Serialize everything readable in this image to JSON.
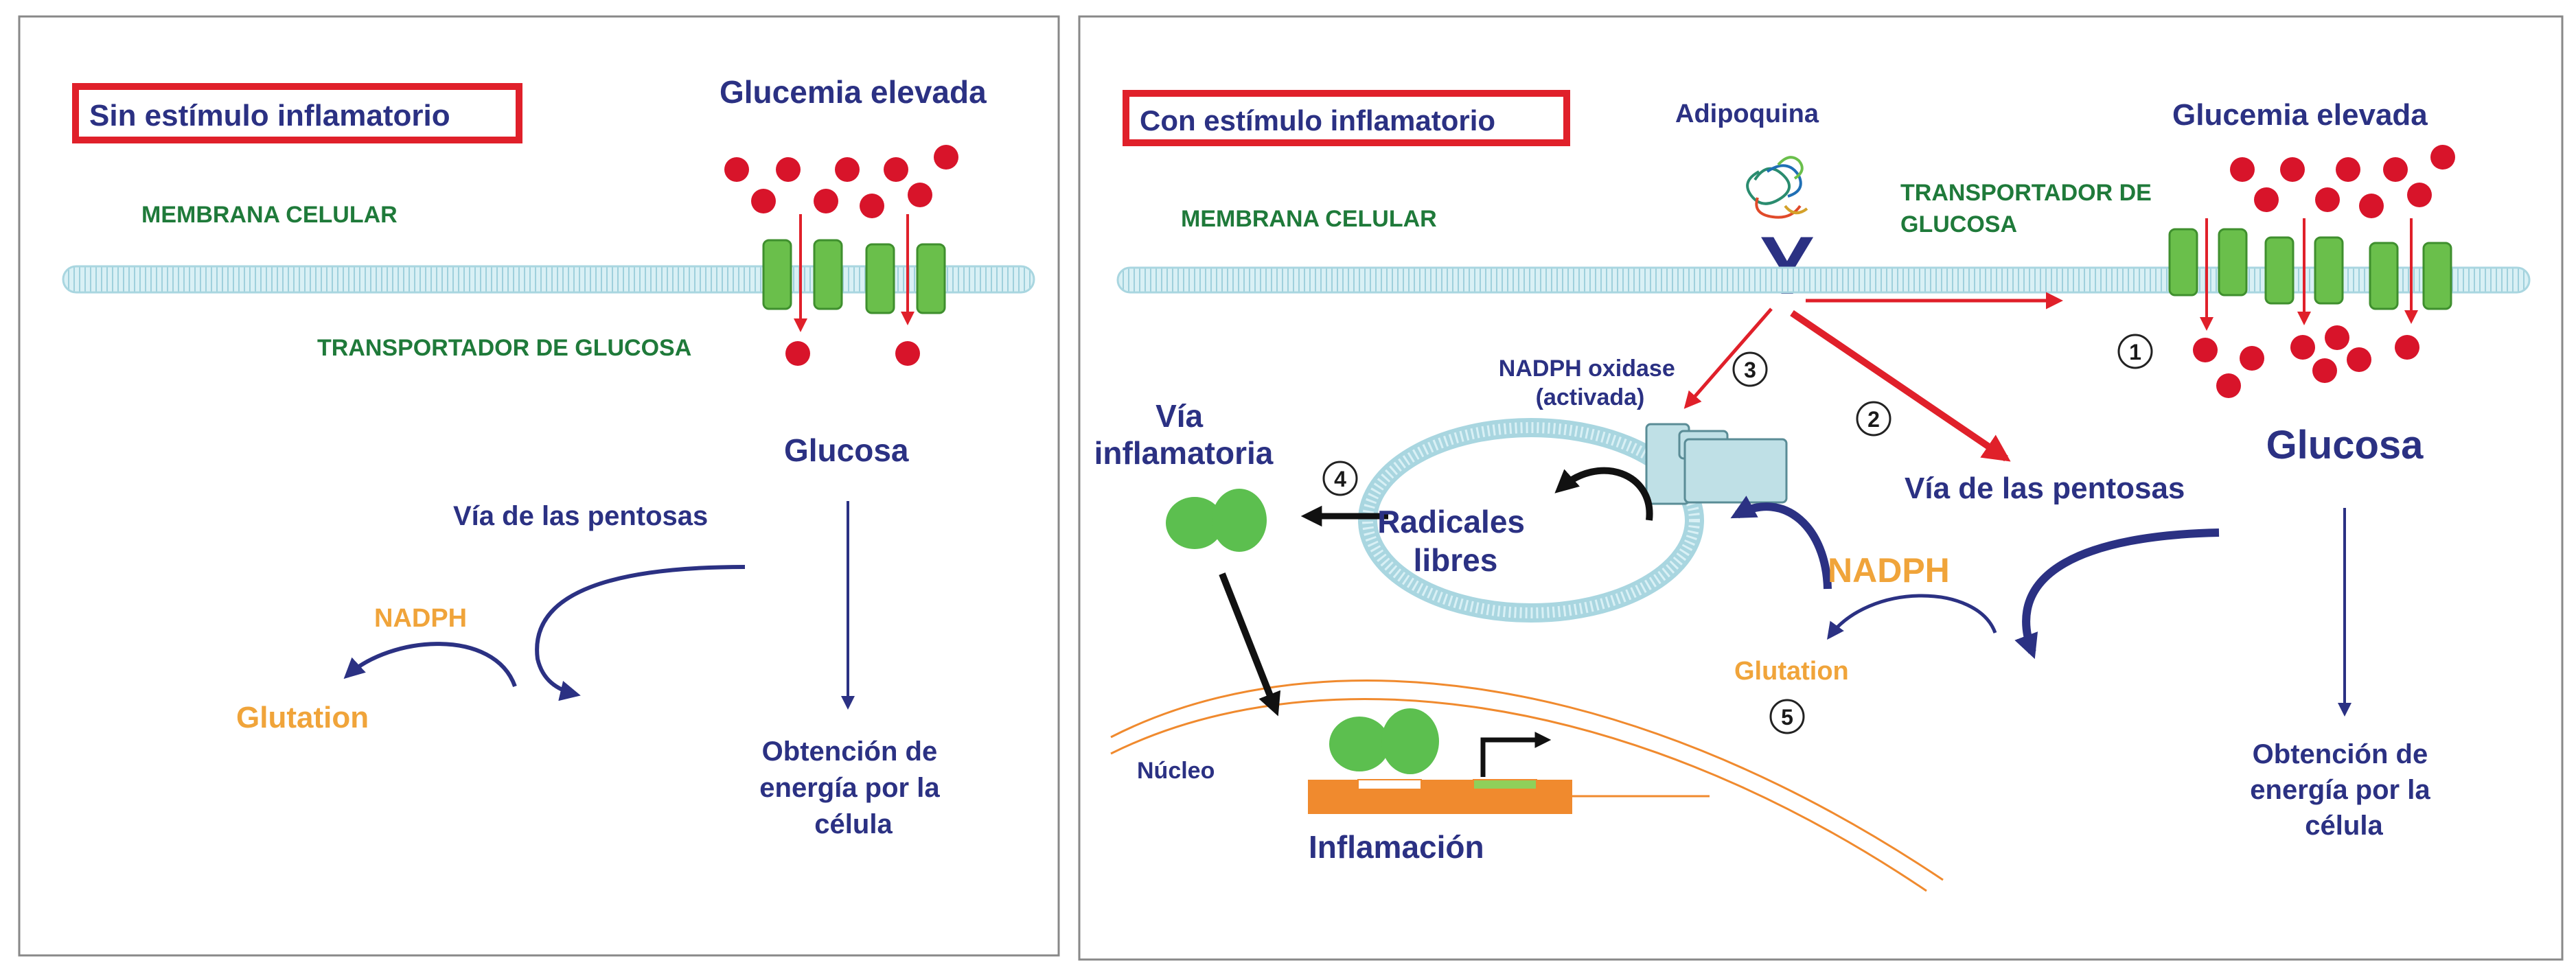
{
  "left_panel": {
    "title": "Sin estímulo inflamatorio",
    "glycemia_label": "Glucemia elevada",
    "membrane_label": "MEMBRANA CELULAR",
    "transporter_label": "TRANSPORTADOR DE GLUCOSA",
    "glucose_label": "Glucosa",
    "pentose_label": "Vía de las pentosas",
    "nadph_label": "NADPH",
    "glutathione_label": "Glutation",
    "energy_label": [
      "Obtención de",
      "energía por la",
      "célula"
    ]
  },
  "right_panel": {
    "title": "Con estímulo inflamatorio",
    "adipokine_label": "Adipoquina",
    "glycemia_label": "Glucemia elevada",
    "membrane_label": "MEMBRANA CELULAR",
    "transporter_label": [
      "TRANSPORTADOR DE",
      "GLUCOSA"
    ],
    "nadph_oxidase_label": [
      "NADPH oxidase",
      "(activada)"
    ],
    "inflammatory_path_label": [
      "Vía",
      "inflamatoria"
    ],
    "free_radicals_label": [
      "Radicales",
      "libres"
    ],
    "pentose_label": "Vía de las pentosas",
    "glucose_label": "Glucosa",
    "nadph_label": "NADPH",
    "glutathione_label": "Glutation",
    "nucleus_label": "Núcleo",
    "inflammation_label": "Inflamación",
    "energy_label": [
      "Obtención de",
      "energía por la",
      "célula"
    ],
    "receptor_glyph": "Y",
    "step_numbers": [
      "1",
      "2",
      "3",
      "4",
      "5"
    ]
  },
  "colors": {
    "navy": "#2b3183",
    "green_text": "#1f7a3a",
    "orange": "#f0a43a",
    "red": "#e0202a",
    "glucose_dot": "#d8142a",
    "transporter_green": "#6abf4b",
    "membrane_blue": "#cfe9f0",
    "oxidase_teal": "#bfe0e6",
    "protein_green": "#5cbf4f",
    "dna_orange": "#f08a2e"
  }
}
